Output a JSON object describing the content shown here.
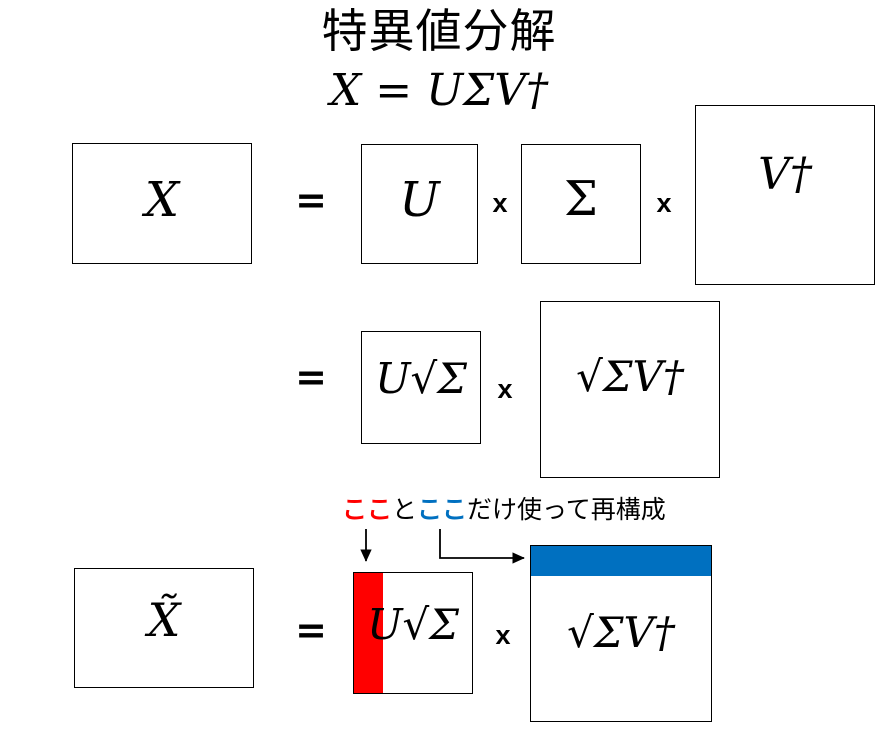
{
  "title": {
    "heading": "特異値分解",
    "formula": "X = UΣV†"
  },
  "row1": {
    "lhs_label": "X",
    "equals": "=",
    "u_label": "U",
    "times1": "x",
    "sigma_label": "Σ",
    "times2": "x",
    "vt_label": "V†"
  },
  "row2": {
    "equals": "=",
    "usqrt_label": "U√Σ",
    "times": "x",
    "sqrtv_label": "√ΣV†"
  },
  "annotation": {
    "part_red": "ここ",
    "part_mid": "と",
    "part_blue": "ここ",
    "part_tail": "だけ使って再構成"
  },
  "row3": {
    "lhs_label": "X̃",
    "equals": "=",
    "usqrt_label": "U√Σ",
    "times": "x",
    "sqrtv_label": "√ΣV†"
  },
  "colors": {
    "red_strip": "#FF0000",
    "blue_strip": "#0070C0",
    "faded_text": "#BFBFBF",
    "outline": "#000000",
    "background": "#FFFFFF"
  }
}
